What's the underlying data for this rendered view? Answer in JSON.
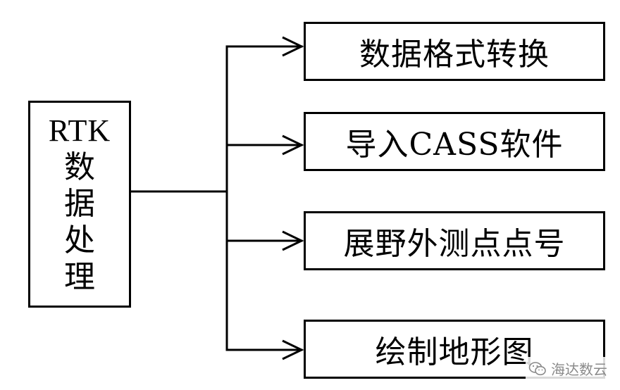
{
  "diagram": {
    "root": {
      "lines": [
        "RTK",
        "数",
        "据",
        "处",
        "理"
      ]
    },
    "children": [
      {
        "label": "数据格式转换"
      },
      {
        "label": "导入CASS软件"
      },
      {
        "label": "展野外测点点号"
      },
      {
        "label": "绘制地形图"
      }
    ]
  },
  "watermark": {
    "text": "海达数云",
    "icon": "wechat-icon"
  }
}
